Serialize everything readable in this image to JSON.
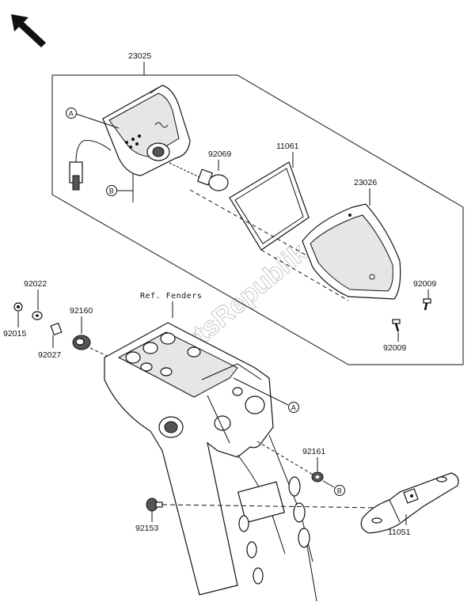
{
  "watermark": "PartsRepublik",
  "reference_note": "Ref. Fenders",
  "part_numbers": {
    "tail_lamp_assy": "23025",
    "gasket": "11061",
    "bulb": "92069",
    "lens": "23026",
    "screw_upper": "92009",
    "screw_lower": "92009",
    "washer_92022": "92022",
    "nut_92015": "92015",
    "collar_92027": "92027",
    "grommet_92160": "92160",
    "nut_92161": "92161",
    "bolt_92153": "92153",
    "bracket_11051": "11051"
  },
  "callouts": {
    "a_lamp": "A",
    "b_lamp": "B",
    "a_fender": "A",
    "b_fender": "B"
  },
  "icons": {
    "direction_arrow": "arrow-up-left-icon"
  }
}
